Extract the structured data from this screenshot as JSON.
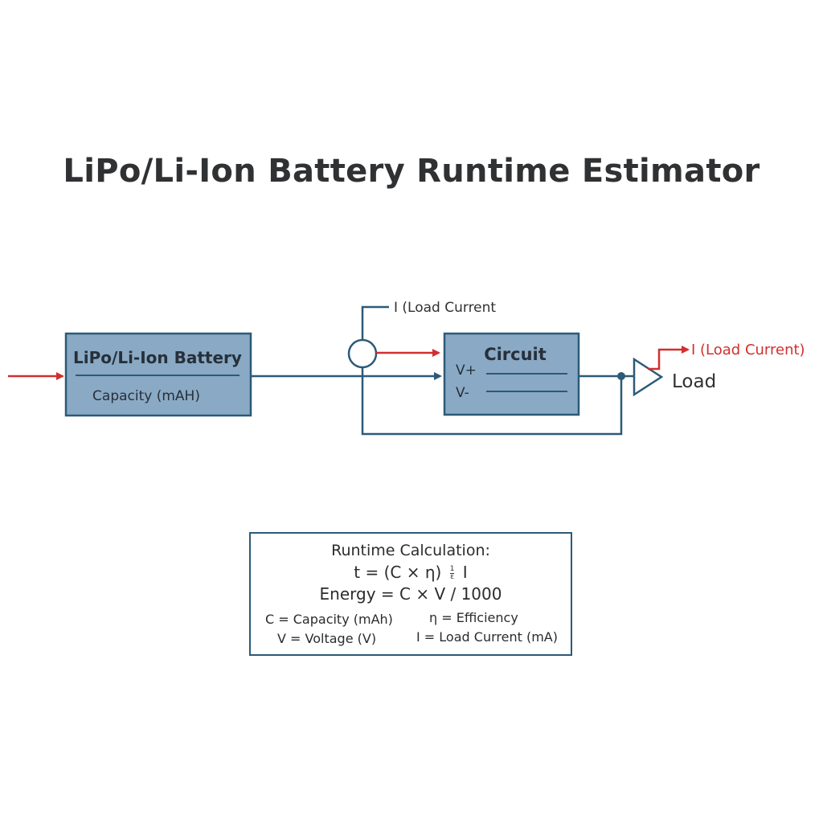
{
  "title": "LiPo/Li-Ion Battery Runtime Estimator",
  "battery": {
    "name": "LiPo/Li-Ion Battery",
    "sub": "Capacity (mAH)"
  },
  "circuit": {
    "name": "Circuit",
    "vplus": "V+",
    "vminus": "V-"
  },
  "load": {
    "label": "Load"
  },
  "annotations": {
    "current_top": "I (Load Current",
    "current_right": "I (Load Current)"
  },
  "formula": {
    "heading": "Runtime Calculation:",
    "eq1_lhs": "t = (C × η)",
    "eq1_frac_top": "1",
    "eq1_frac_bottom": "ε",
    "eq1_rhs": "I",
    "eq2": "Energy = C × V /  1000",
    "def_c": "C = Capacity (mAh)",
    "def_v": "V = Voltage (V)",
    "def_eta": "η = Efficiency",
    "def_i": "I = Load Current (mA)"
  },
  "colors": {
    "block_fill": "#8aa9c4",
    "block_stroke": "#2c5a78",
    "wire": "#2c5a78",
    "arrow_red": "#d0302f",
    "text": "#2f3133"
  }
}
